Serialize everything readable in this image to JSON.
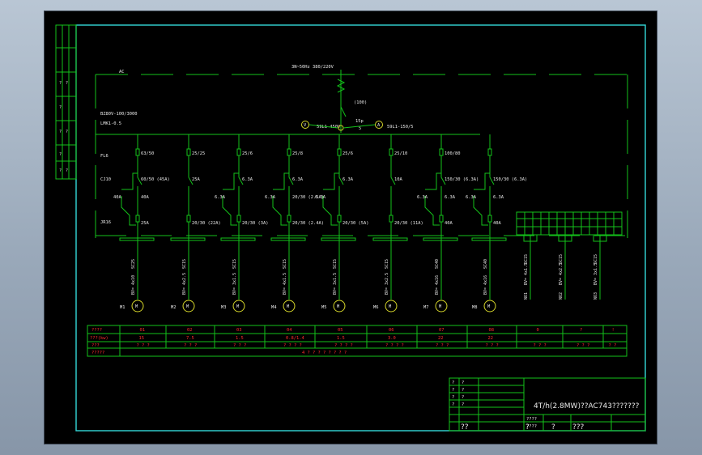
{
  "header": {
    "supply_left": "AC",
    "supply_top": "3N~50Hz   380/220V",
    "breaker_main": "(100)",
    "ct_left": "BZ80V-100/3000",
    "ct_left2": "LMK1-0.5",
    "voltmeter": "V",
    "ammeter": "A",
    "v_range": "59L1-450V",
    "meter_a": "15p",
    "meter_b": "5",
    "a_range": "59L1-150/5",
    "row_fl": "FL6",
    "row_c": "CJ10",
    "row_jr": "JR16"
  },
  "circuits": [
    {
      "code": "M1",
      "fuse": "63/50",
      "cb": "60/50 (45A)",
      "th": "40A",
      "th2": "40A",
      "th3": "25A",
      "cable": "BV=  4x10",
      "wire": "SC25"
    },
    {
      "code": "M2",
      "fuse": "25/25",
      "cb": "25A",
      "th": "",
      "th2": "",
      "th3": "20/30 (22A)",
      "cable": "BV=  4x2.5",
      "wire": "SC15"
    },
    {
      "code": "M3",
      "fuse": "25/6",
      "cb": "6.3A",
      "th": "6.3A",
      "th2": "",
      "th3": "20/30 (3A)",
      "cable": "BV=  3x1.5",
      "wire": "SC15"
    },
    {
      "code": "M4",
      "fuse": "25/8",
      "cb": "6.3A",
      "th": "6.3A",
      "th2": "20/30 (2.5A)",
      "th3": "20/30 (2.4A)",
      "cable": "BV=  4x1.5",
      "wire": "SC15"
    },
    {
      "code": "M5",
      "fuse": "25/6",
      "cb": "6.3A",
      "th": "6.3A",
      "th2": "",
      "th3": "20/30 (5A)",
      "cable": "BV=  3x1.5",
      "wire": "SC15"
    },
    {
      "code": "M6",
      "fuse": "25/10",
      "cb": "10A",
      "th": "",
      "th2": "",
      "th3": "20/30 (11A)",
      "cable": "BV=  3x2.5",
      "wire": "SC15"
    },
    {
      "code": "M7",
      "fuse": "100/80",
      "cb": "150/30 (6.3A)",
      "th": "6.3A",
      "th2": "6.3A",
      "th3": "40A",
      "cable": "BV=  4x16",
      "wire": "SC40"
    },
    {
      "code": "M8",
      "fuse": "",
      "cb": "150/30 (6.3A)",
      "th": "6.3A",
      "th2": "6.3A",
      "th3": "40A",
      "cable": "BV=  4x16",
      "wire": "SC40"
    }
  ],
  "spares": [
    {
      "code": "NO1",
      "cable": "BV=  4x1.5",
      "wire": "SC15"
    },
    {
      "code": "NO2",
      "cable": "BV=  4x2.5",
      "wire": "SC15"
    },
    {
      "code": "NO3",
      "cable": "BV=  3x1.5",
      "wire": "SC15"
    }
  ],
  "table": {
    "row_labels": [
      "????",
      "???(kw)",
      "???",
      "?????"
    ],
    "codes": [
      "01",
      "02",
      "03",
      "04",
      "05",
      "06",
      "07",
      "08",
      "0",
      "?",
      "!"
    ],
    "powers": [
      "15",
      "7.5",
      "1.5",
      "0.8/1.4",
      "1.5",
      "3.0",
      "22",
      "22"
    ],
    "names": [
      "? ? ?",
      "? ? ?",
      "? ? ?",
      "? ? ? ?",
      "? ? ? ?",
      "? ? ? ?",
      "? ? ?",
      "? ? ?",
      "? ? ?",
      "? ? ?",
      "? ?"
    ],
    "total": "4 ? ? ? ? ? ? ? ?"
  },
  "title_block": {
    "title": "4T/h(2.8MW)??AC743???????",
    "cells": [
      "?",
      "?",
      "?",
      "?",
      "?",
      "?",
      "?",
      "?",
      "????",
      "????",
      "??",
      "?",
      "?",
      "???"
    ]
  },
  "left_strip": [
    "?",
    "?",
    "?",
    "?",
    "?",
    "?",
    "?",
    "?"
  ]
}
